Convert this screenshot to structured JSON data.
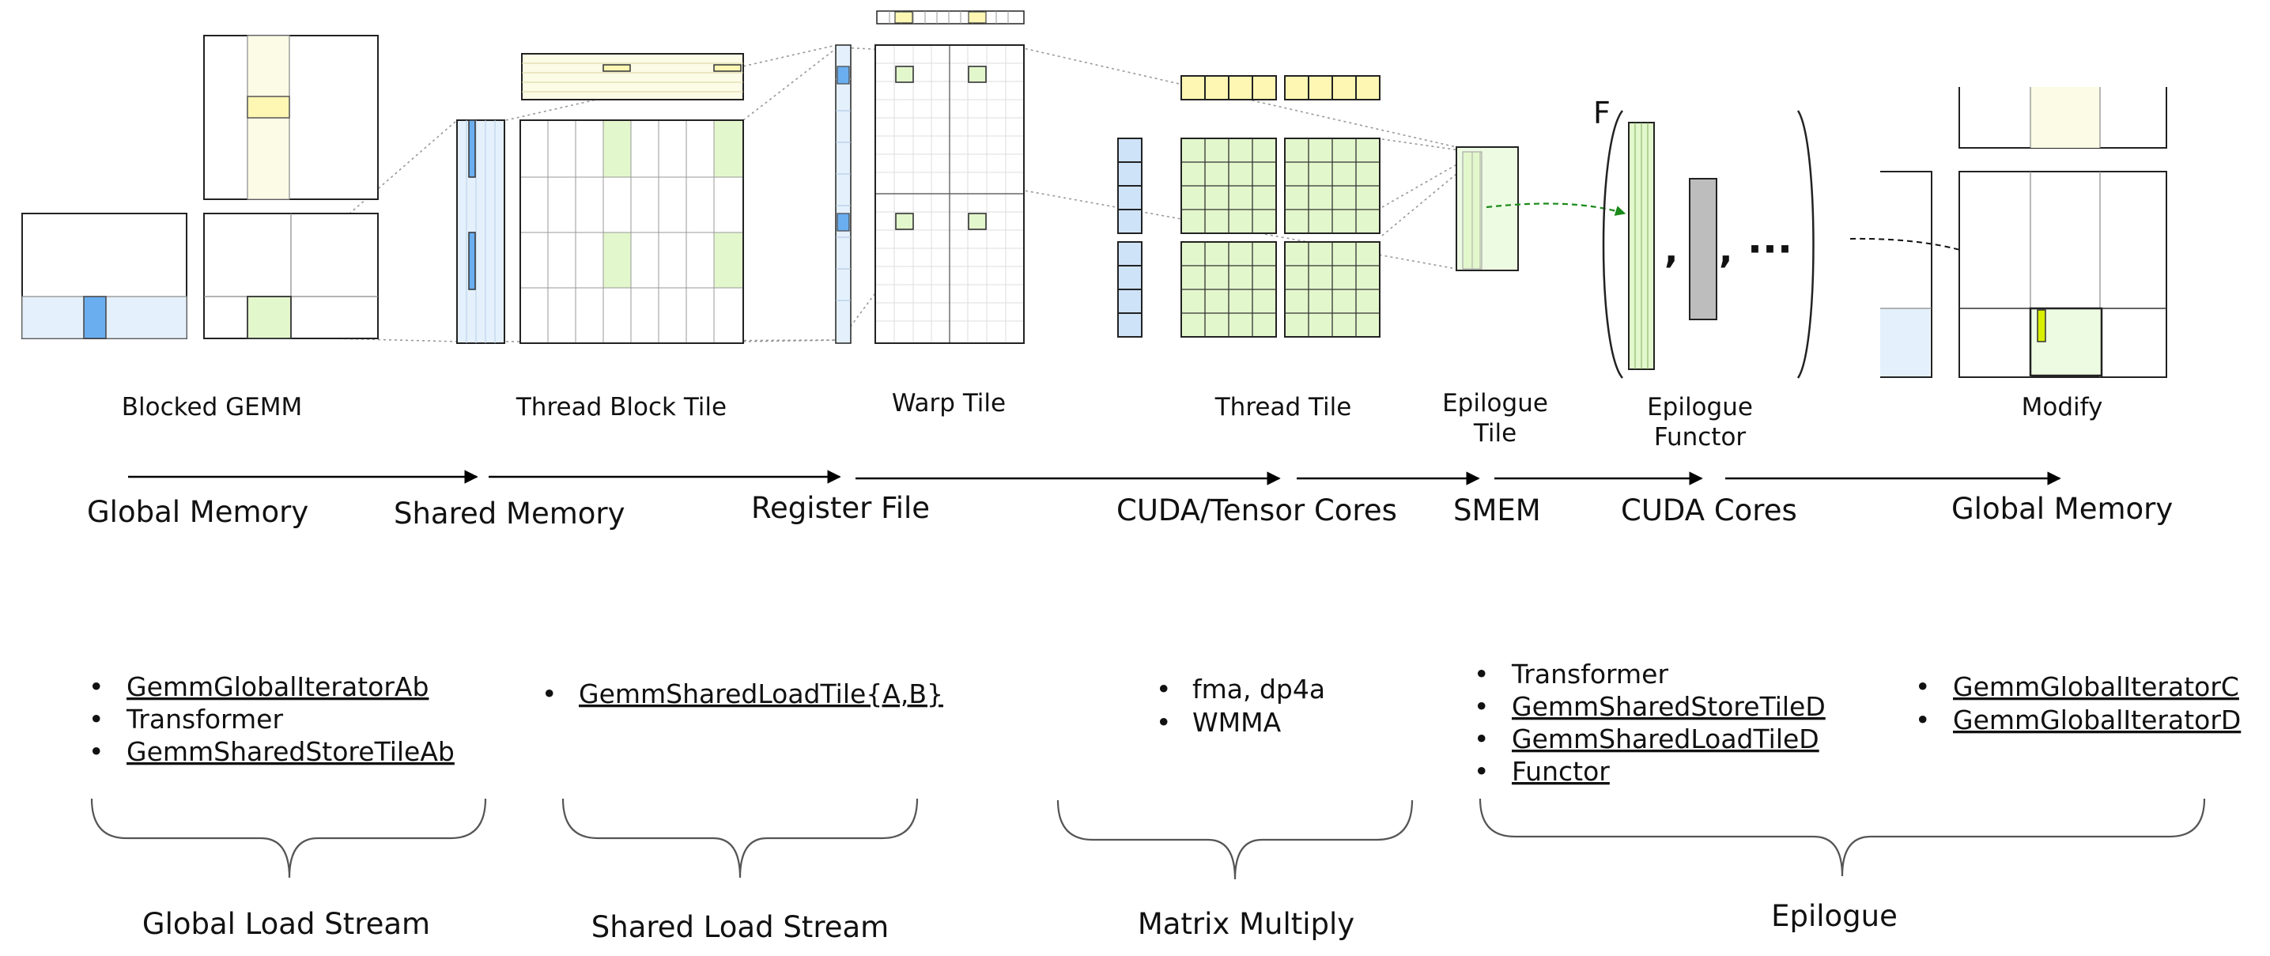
{
  "colors": {
    "blue": "#6aaef0",
    "light_blue": "#e4f0fb",
    "yellow": "#fdf7b3",
    "light_yellow": "#fcfbe6",
    "green": "#e3f7cc",
    "gray": "#bdbdbd",
    "dashed_green": "#1a8a1a"
  },
  "stages": [
    "Blocked GEMM",
    "Thread Block Tile",
    "Warp Tile",
    "Thread Tile",
    "Epilogue",
    "Tile",
    "Epilogue",
    "Functor",
    "Modify"
  ],
  "functor_symbol": "F",
  "functor_comma": ",",
  "functor_comma_2": ",",
  "functor_ellipsis": "···",
  "memory_path": [
    "Global Memory",
    "Shared Memory",
    "Register File",
    "CUDA/Tensor Cores",
    "SMEM",
    "CUDA Cores",
    "Global Memory"
  ],
  "lists": {
    "global_load": [
      "GemmGlobalIteratorAb",
      "Transformer",
      "GemmSharedStoreTileAb"
    ],
    "shared_load": [
      "GemmSharedLoadTile{A,B}"
    ],
    "matrix_multiply": [
      "fma, dp4a",
      "WMMA"
    ],
    "epilogue_a": [
      "Transformer",
      "GemmSharedStoreTileD",
      "GemmSharedLoadTileD",
      "Functor"
    ],
    "epilogue_b": [
      "GemmGlobalIteratorC",
      "GemmGlobalIteratorD"
    ]
  },
  "bullet": "•",
  "groups": [
    "Global Load Stream",
    "Shared Load Stream",
    "Matrix Multiply",
    "Epilogue"
  ]
}
